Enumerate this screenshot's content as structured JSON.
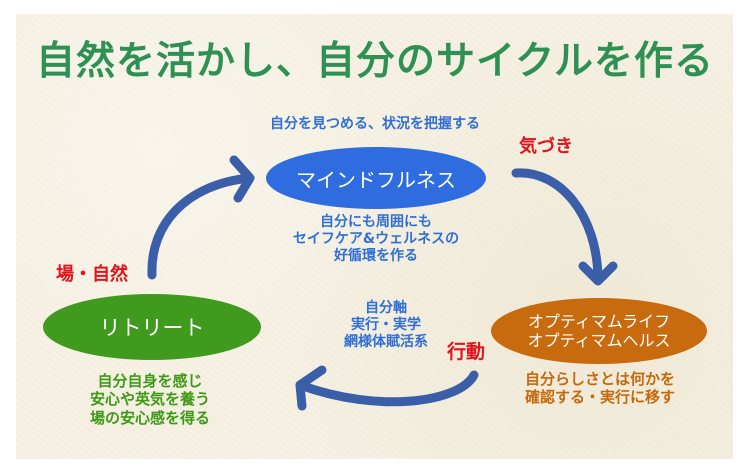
{
  "title": "自然を活かし、自分のサイクルを作る",
  "colors": {
    "title": "#2e9153",
    "mindfulness": "#2e6ce0",
    "optimal": "#c86a0e",
    "retreat": "#3f9a1d",
    "arrow": "#3a5fa8",
    "transition_label": "#e3121b",
    "paper": "#f6f1e3"
  },
  "nodes": {
    "mindfulness": {
      "label": "マインドフルネス",
      "caption_above": "自分を見つめる、状況を把握する"
    },
    "optimal": {
      "label_lines": [
        "オプティマムライフ",
        "オプティマムヘルス"
      ],
      "caption_lines": [
        "自分らしさとは何かを",
        "確認する・実行に移す"
      ]
    },
    "retreat": {
      "label": "リトリート",
      "caption_lines": [
        "自分自身を感じ",
        "安心や英気を養う",
        "場の安心感を得る"
      ]
    }
  },
  "center_texts": {
    "upper_lines": [
      "自分にも周囲にも",
      "セイフケア&ウェルネスの",
      "好循環を作る"
    ],
    "lower_lines": [
      "自分軸",
      "実行・実学",
      "網様体賦活系"
    ]
  },
  "transitions": {
    "awareness": "気づき",
    "action": "行動",
    "place_nature": "場・自然"
  },
  "icons": {
    "arrow_top_right": "curved-arrow-down-icon",
    "arrow_bottom": "curved-arrow-left-icon",
    "arrow_left": "curved-arrow-right-icon"
  }
}
